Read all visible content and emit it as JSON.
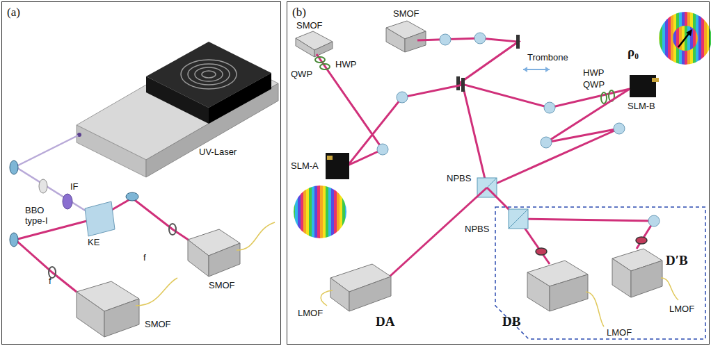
{
  "diagram": {
    "nodes": [
      {
        "text": [
          "(a)"
        ]
      },
      {
        "text": [
          "(b)"
        ]
      }
    ],
    "labels": [
      "UV-Laser",
      "BBO type-I",
      "IF",
      "KE",
      "f",
      "f",
      "SMOF",
      "SMOF",
      "SMOF",
      "QWP",
      "HWP",
      "SMOF",
      "Trombone",
      "HWP",
      "QWP",
      "SLM-B",
      "ρ₀",
      "SLM-A",
      "NPBS",
      "NPBS",
      "D′B",
      "LMOF",
      "DA",
      "DB",
      "LMOF",
      "LMOF"
    ]
  }
}
